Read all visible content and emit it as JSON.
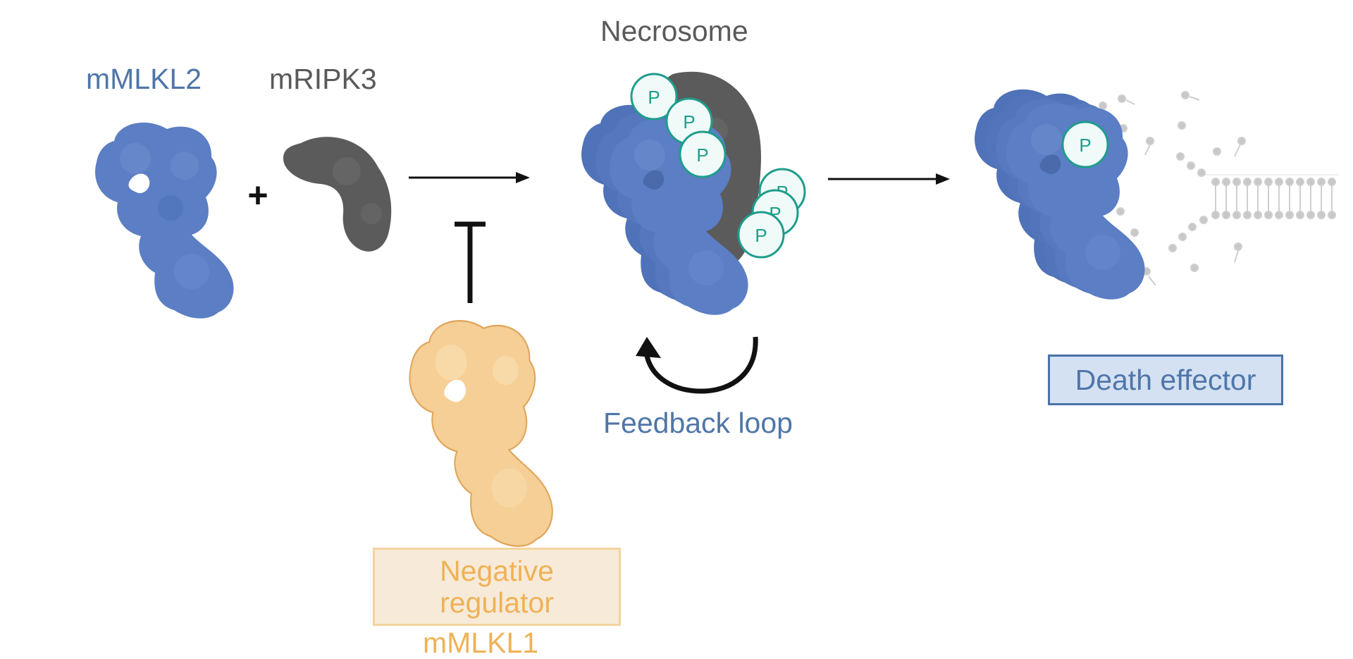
{
  "labels": {
    "mmlkl2": "mMLKL2",
    "mripk3": "mRIPK3",
    "plus": "+",
    "necrosome": "Necrosome",
    "feedback_loop": "Feedback loop",
    "death_effector": "Death effector",
    "negative_regulator_line1": "Negative",
    "negative_regulator_line2": "regulator",
    "mmlkl1": "mMLKL1",
    "phospho": "P"
  },
  "colors": {
    "mlkl2_blue": "#5b7ec4",
    "mlkl2_label": "#4f76a9",
    "ripk3_gray": "#5b5b5b",
    "ripk3_label": "#5a5a5a",
    "mlkl1_orange": "#f5cf95",
    "mlkl1_label": "#efb257",
    "phospho_fill": "#f0faf8",
    "phospho_stroke": "#1f9d8c",
    "membrane_gray": "#c8c8c8",
    "arrow_black": "#111111",
    "death_box_fill": "#d4e1f2",
    "death_box_border": "#4a72a8",
    "neg_box_fill": "#f7ead8",
    "neg_box_border": "#f2d49e"
  }
}
